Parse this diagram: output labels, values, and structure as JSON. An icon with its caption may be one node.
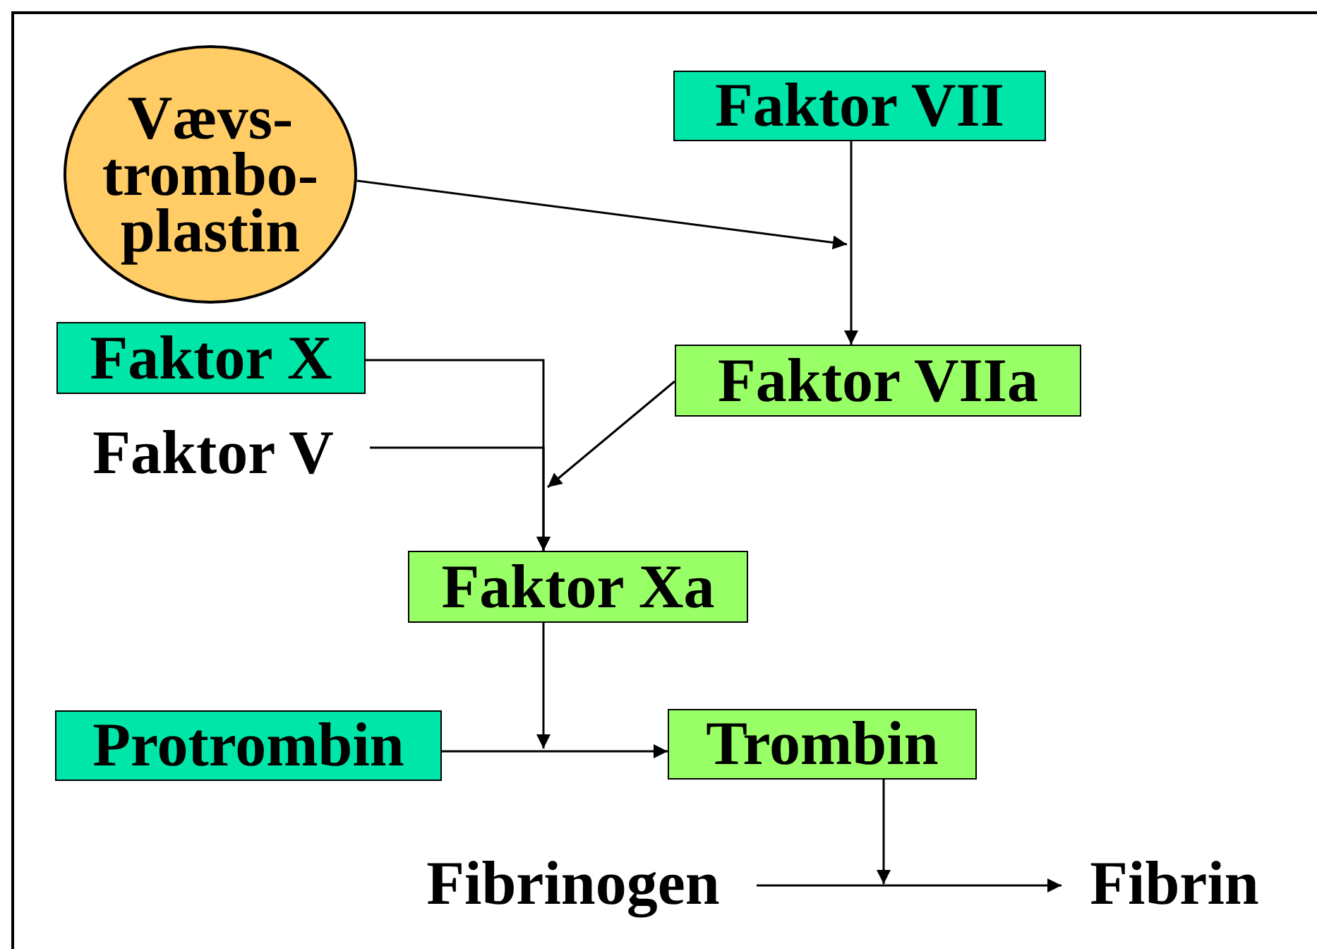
{
  "diagram": {
    "nodes": [
      {
        "text": [
          "Vævs- trombo- plastin"
        ]
      },
      {
        "text": [
          "Faktor VII"
        ]
      },
      {
        "text": [
          "Faktor VIIa"
        ]
      },
      {
        "text": [
          "Faktor X"
        ]
      },
      {
        "text": [
          "Faktor V"
        ]
      },
      {
        "text": [
          "Faktor Xa"
        ]
      },
      {
        "text": [
          "Protrombin"
        ]
      },
      {
        "text": [
          "Trombin"
        ]
      },
      {
        "text": [
          "Fibrinogen"
        ]
      },
      {
        "text": [
          "Fibrin"
        ]
      }
    ],
    "edges": [
      {
        "from": 1,
        "to": 2,
        "arrow": "to"
      },
      {
        "from": 0,
        "to": null,
        "arrow": "to"
      },
      {
        "from": 3,
        "to": 5,
        "arrow": "to"
      },
      {
        "from": 4,
        "to": 5,
        "arrow": "to"
      },
      {
        "from": 2,
        "to": null,
        "arrow": "to"
      },
      {
        "from": 5,
        "to": null,
        "arrow": "to"
      },
      {
        "from": 6,
        "to": 7,
        "arrow": "to"
      },
      {
        "from": 7,
        "to": null,
        "arrow": "to"
      },
      {
        "from": 8,
        "to": 9,
        "arrow": "to"
      }
    ]
  }
}
